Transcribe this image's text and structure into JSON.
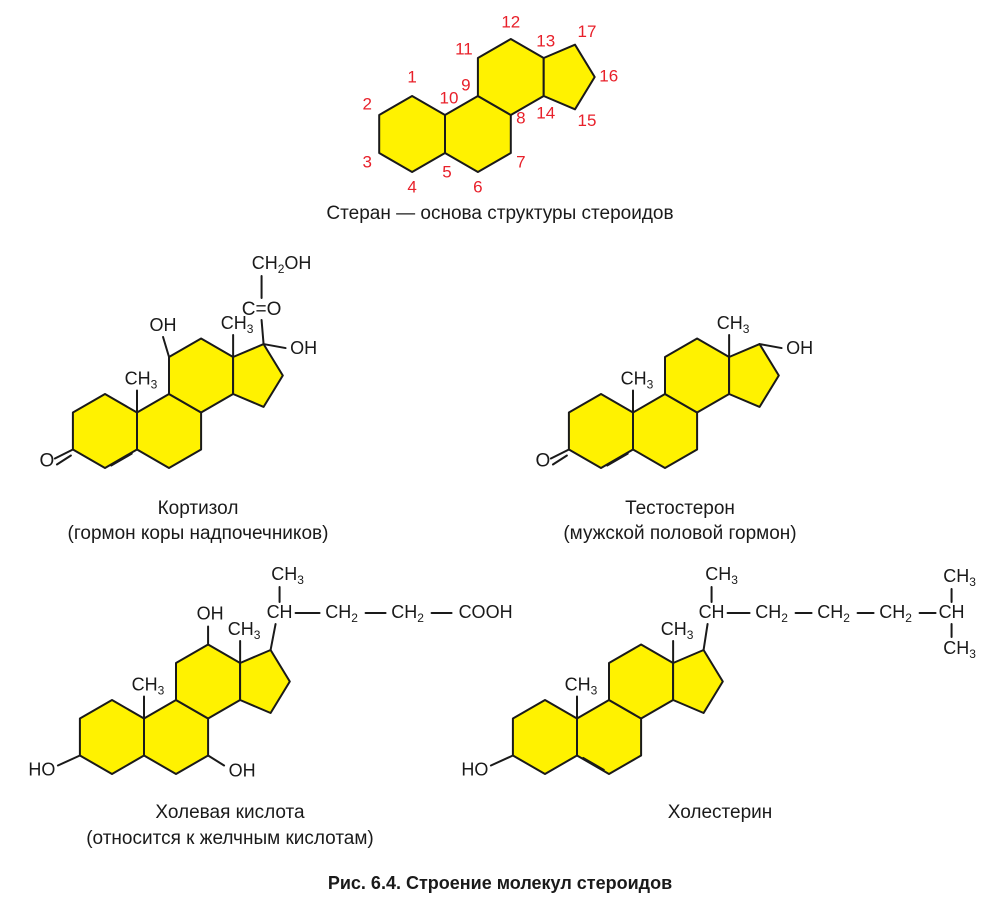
{
  "colors": {
    "ring_fill": "#fff200",
    "ring_stroke": "#1a1a1a",
    "numbers": "#e8202a",
    "text": "#1a1a1a"
  },
  "sterane": {
    "numbers": [
      "1",
      "2",
      "3",
      "4",
      "5",
      "6",
      "7",
      "8",
      "9",
      "10",
      "11",
      "12",
      "13",
      "14",
      "15",
      "16",
      "17"
    ],
    "caption": "Стеран — основа структуры стероидов"
  },
  "cortisol": {
    "labels": {
      "ch2oh": [
        "CH",
        "2",
        "OH"
      ],
      "keto": [
        "C",
        "=O"
      ],
      "oh11": "OH",
      "oh17": "OH",
      "me13": [
        "CH",
        "3"
      ],
      "me10": [
        "CH",
        "3"
      ],
      "o3": "O"
    },
    "caption_line1": "Кортизол",
    "caption_line2": "(гормон коры надпочечников)"
  },
  "testosterone": {
    "labels": {
      "oh17": "OH",
      "me13": [
        "CH",
        "3"
      ],
      "me10": [
        "CH",
        "3"
      ],
      "o3": "O"
    },
    "caption_line1": "Тестостерон",
    "caption_line2": "(мужской половой гормон)"
  },
  "cholic_acid": {
    "labels": {
      "top_ch3": [
        "CH",
        "3"
      ],
      "ch": "CH",
      "ch2a": [
        "CH",
        "2"
      ],
      "ch2b": [
        "CH",
        "2"
      ],
      "cooh": "COOH",
      "oh12": "OH",
      "oh7": "OH",
      "ho3": "HO",
      "me13": [
        "CH",
        "3"
      ],
      "me10": [
        "CH",
        "3"
      ]
    },
    "caption_line1": "Холевая кислота",
    "caption_line2": "(относится к желчным кислотам)"
  },
  "cholesterol": {
    "labels": {
      "top_ch3": [
        "CH",
        "3"
      ],
      "ch": "CH",
      "ch2a": [
        "CH",
        "2"
      ],
      "ch2b": [
        "CH",
        "2"
      ],
      "ch2c": [
        "CH",
        "2"
      ],
      "ch_end": "CH",
      "ch3_up": [
        "CH",
        "3"
      ],
      "ch3_down": [
        "CH",
        "3"
      ],
      "ho3": "HO",
      "me13": [
        "CH",
        "3"
      ],
      "me10": [
        "CH",
        "3"
      ]
    },
    "caption": "Холестерин"
  },
  "figure_caption": "Рис. 6.4.  Строение молекул стероидов"
}
